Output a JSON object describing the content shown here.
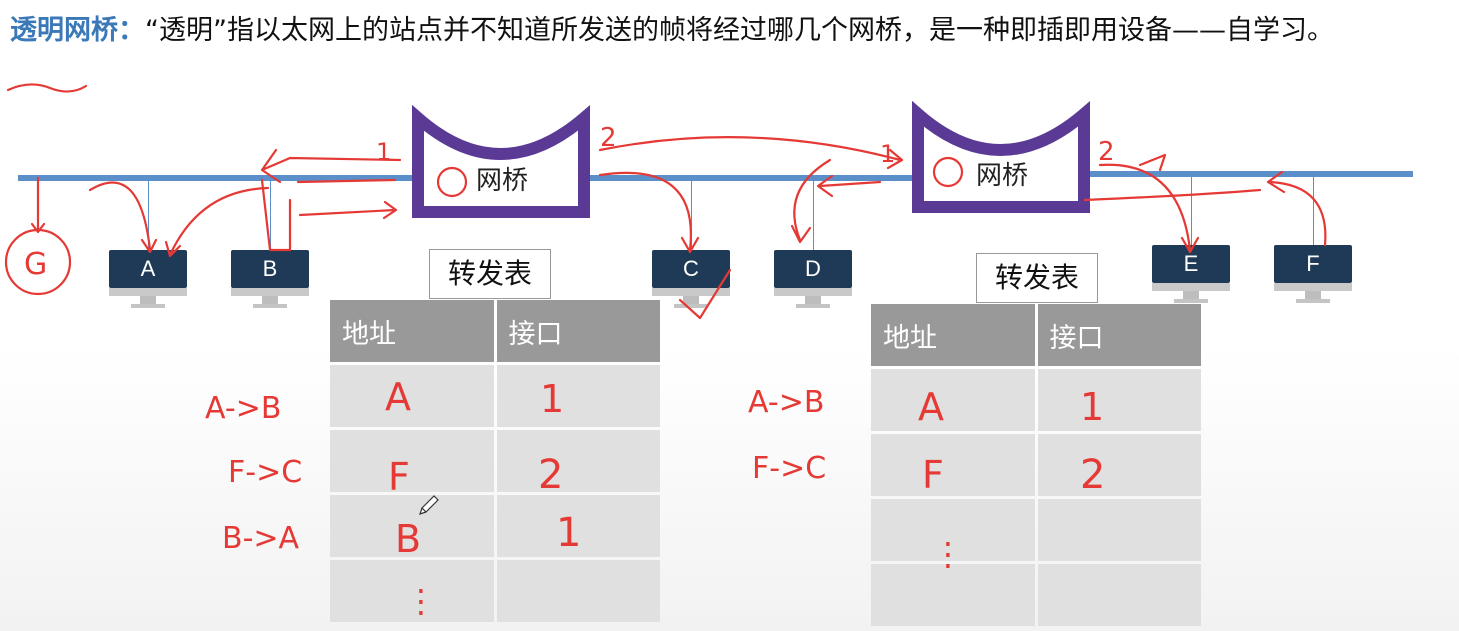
{
  "heading": {
    "term": "透明网桥：",
    "text": "“透明”指以太网上的站点并不知道所发送的帧将经过哪几个网桥，是一种即插即用设备——自学习。"
  },
  "bridges": [
    {
      "label": "网桥",
      "port_marks": [
        "1",
        "2"
      ]
    },
    {
      "label": "网桥",
      "port_marks": [
        "1",
        "2"
      ]
    }
  ],
  "stations": [
    "A",
    "B",
    "C",
    "D",
    "E",
    "F"
  ],
  "extra_station": "G",
  "tables": [
    {
      "title": "转发表",
      "headers": [
        "地址",
        "接口"
      ],
      "rows": [
        [
          "A",
          "1"
        ],
        [
          "F",
          "2"
        ],
        [
          "B",
          "1"
        ],
        [
          "⋮",
          ""
        ]
      ],
      "frame_notes": [
        "A->B",
        "F->C",
        "B->A"
      ]
    },
    {
      "title": "转发表",
      "headers": [
        "地址",
        "接口"
      ],
      "rows": [
        [
          "A",
          "1"
        ],
        [
          "F",
          "2"
        ],
        [
          "⋮",
          ""
        ],
        [
          "",
          ""
        ]
      ],
      "frame_notes": [
        "A->B",
        "F->C"
      ]
    }
  ],
  "colors": {
    "bus": "#5b8fc9",
    "bridge": "#5b3a96",
    "ink": "#e53935",
    "header": "#999999",
    "cell": "#e0e0e0"
  }
}
